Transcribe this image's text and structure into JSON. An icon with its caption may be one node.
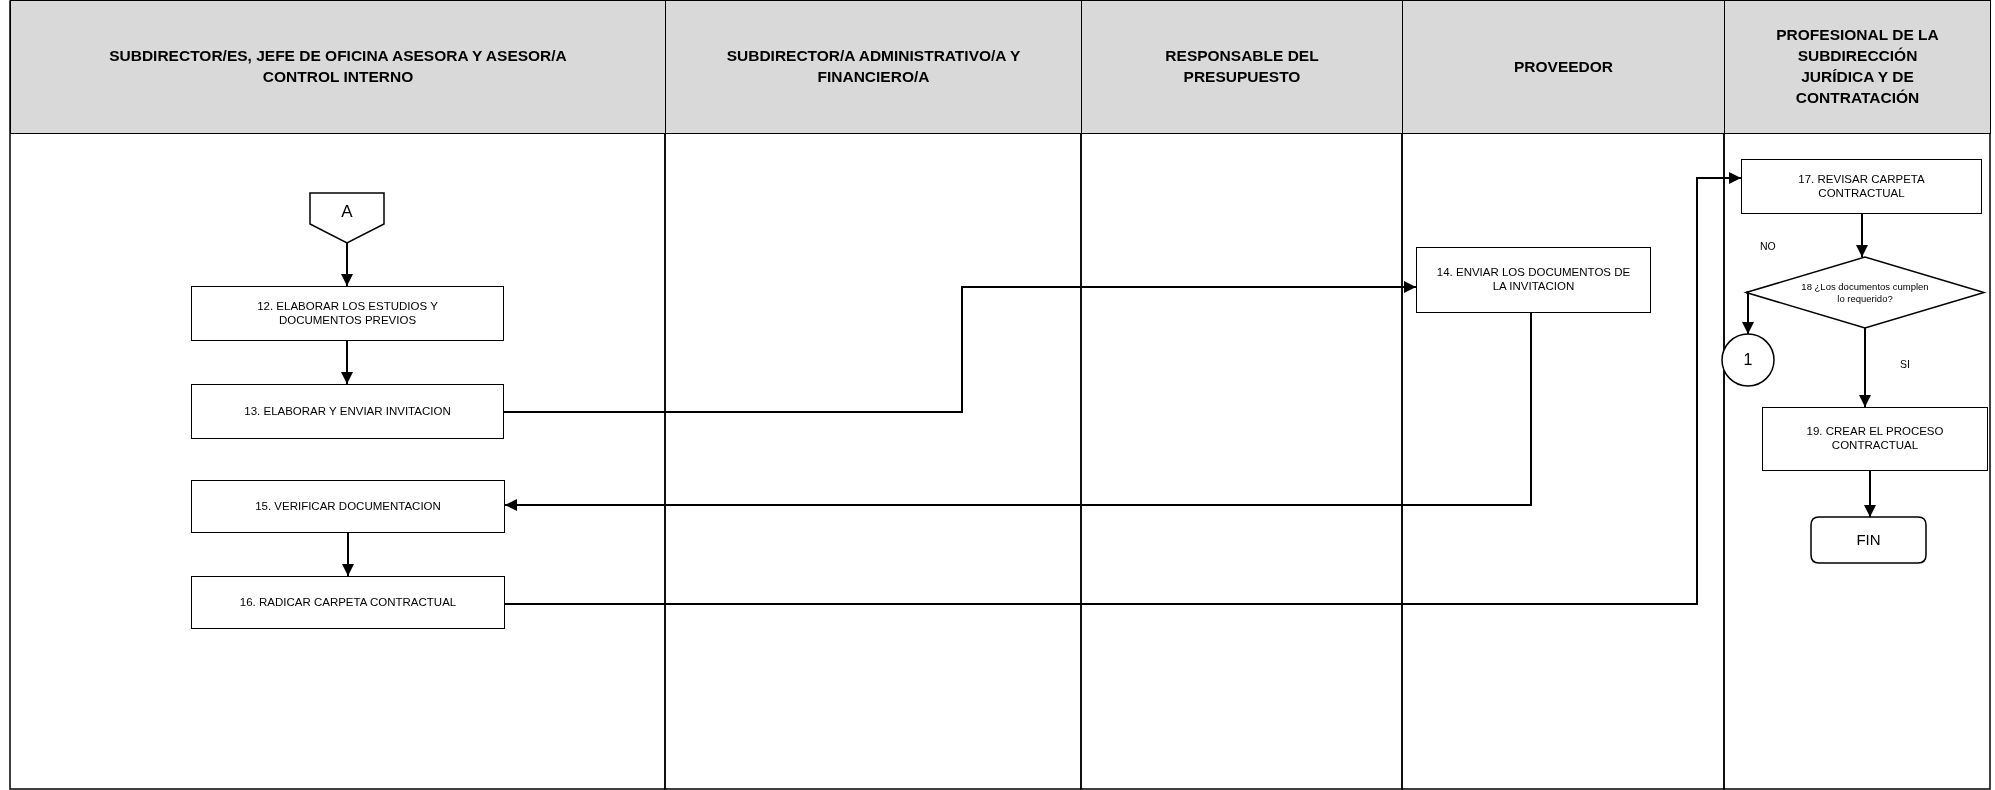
{
  "diagram": {
    "nodes": [
      {
        "text": [
          "SUBDIRECTOR/ES, JEFE DE OFICINA ASESORA Y ASESOR/A CONTROL INTERNO"
        ]
      },
      {
        "text": [
          "SUBDIRECTOR/A ADMINISTRATIVO/A Y FINANCIERO/A"
        ]
      },
      {
        "text": [
          "RESPONSABLE DEL PRESUPUESTO"
        ]
      },
      {
        "text": [
          "PROVEEDOR"
        ]
      },
      {
        "text": [
          "PROFESIONAL DE LA SUBDIRECCIÓN JURÍDICA Y DE CONTRATACIÓN"
        ]
      },
      {
        "text": [
          "A"
        ]
      },
      {
        "text": [
          "12. ELABORAR LOS ESTUDIOS Y DOCUMENTOS PREVIOS"
        ]
      },
      {
        "text": [
          "13. ELABORAR Y ENVIAR INVITACION"
        ]
      },
      {
        "text": [
          "15. VERIFICAR DOCUMENTACION"
        ]
      },
      {
        "text": [
          "16. RADICAR CARPETA CONTRACTUAL"
        ]
      },
      {
        "text": [
          "14. ENVIAR LOS DOCUMENTOS DE LA INVITACION"
        ]
      },
      {
        "text": [
          "17. REVISAR CARPETA CONTRACTUAL"
        ]
      },
      {
        "text": [
          "18 ¿Los documentos cumplen lo requerido?"
        ]
      },
      {
        "text": [
          "1"
        ]
      },
      {
        "text": [
          "19. CREAR EL PROCESO CONTRACTUAL"
        ]
      },
      {
        "text": [
          "FIN"
        ]
      }
    ],
    "edges": [
      {
        "from": 5,
        "to": 6,
        "arrow": "to"
      },
      {
        "from": 6,
        "to": 7,
        "arrow": "to"
      },
      {
        "from": 7,
        "to": 10,
        "arrow": "to"
      },
      {
        "from": 10,
        "to": 8,
        "arrow": "to"
      },
      {
        "from": 8,
        "to": 9,
        "arrow": "to"
      },
      {
        "from": 9,
        "to": 11,
        "arrow": "to"
      },
      {
        "from": 11,
        "to": 12,
        "arrow": "to"
      },
      {
        "from": 12,
        "to": 13,
        "arrow": "to",
        "label": "NO"
      },
      {
        "from": 12,
        "to": 14,
        "arrow": "to",
        "label": "SI"
      },
      {
        "from": 14,
        "to": 15,
        "arrow": "to"
      }
    ]
  }
}
